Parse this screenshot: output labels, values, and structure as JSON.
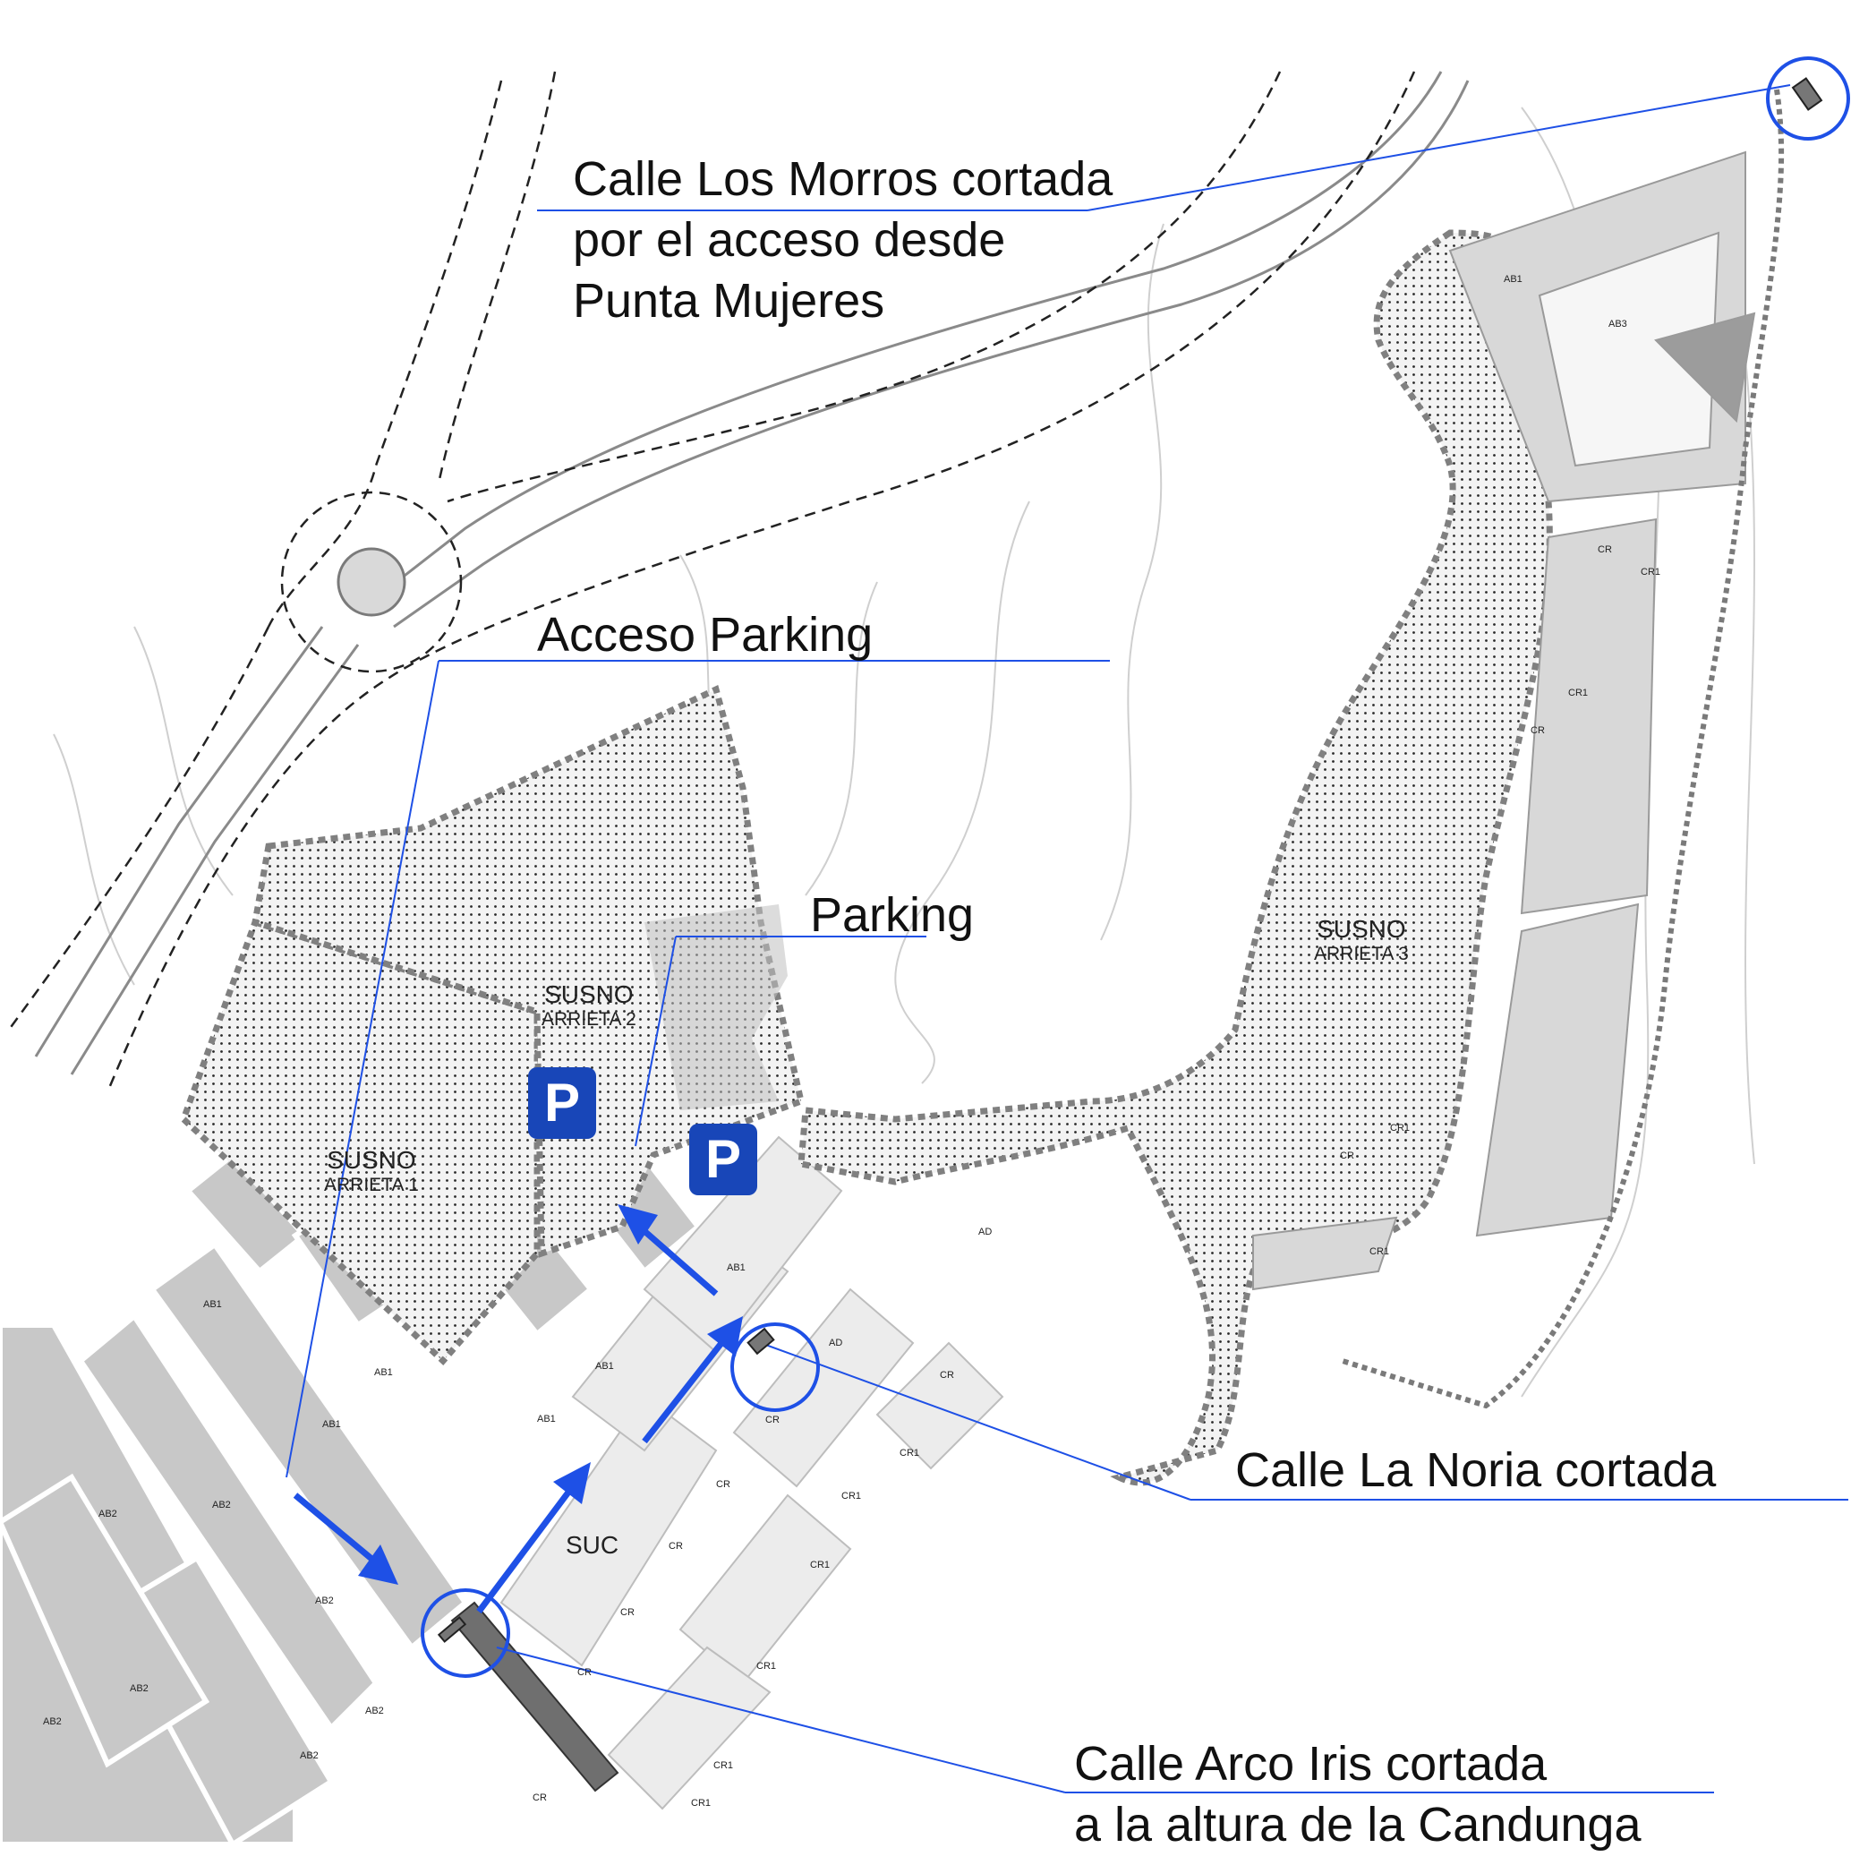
{
  "labels": {
    "morros_line1": "Calle Los Morros cortada",
    "morros_line2": "por el acceso desde",
    "morros_line3": "Punta Mujeres",
    "acceso_parking": "Acceso Parking",
    "parking": "Parking",
    "noria": "Calle La Noria cortada",
    "arco_line1": "Calle Arco Iris cortada",
    "arco_line2": "a la altura de la Candunga"
  },
  "zones": {
    "susno_1_name": "SUSNO",
    "susno_1_sub": "ARRIETA 1",
    "susno_2_name": "SUSNO",
    "susno_2_sub": "ARRIETA 2",
    "susno_3_name": "SUSNO",
    "susno_3_sub": "ARRIETA 3",
    "suc": "SUC"
  },
  "parking_sign": {
    "letter": "P",
    "color": "#1846b8"
  },
  "block_codes": [
    "AB1",
    "AB3",
    "CR",
    "CR1",
    "CR",
    "CR1",
    "CR",
    "CR1",
    "CR",
    "CR1",
    "AD",
    "AB1",
    "AD",
    "AB1",
    "AB1",
    "AB1",
    "AB1",
    "AB1",
    "AB2",
    "AB2",
    "AB2",
    "AB2",
    "AB2",
    "AB2",
    "AB2",
    "CR",
    "CR",
    "CR",
    "CR",
    "CR",
    "CR1",
    "CR1",
    "CR1",
    "CR1",
    "CR",
    "CR1",
    "CR1"
  ],
  "colors": {
    "accent": "#1e50e6",
    "zone_border": "#808080",
    "block_fill": "#c8c8c8"
  }
}
